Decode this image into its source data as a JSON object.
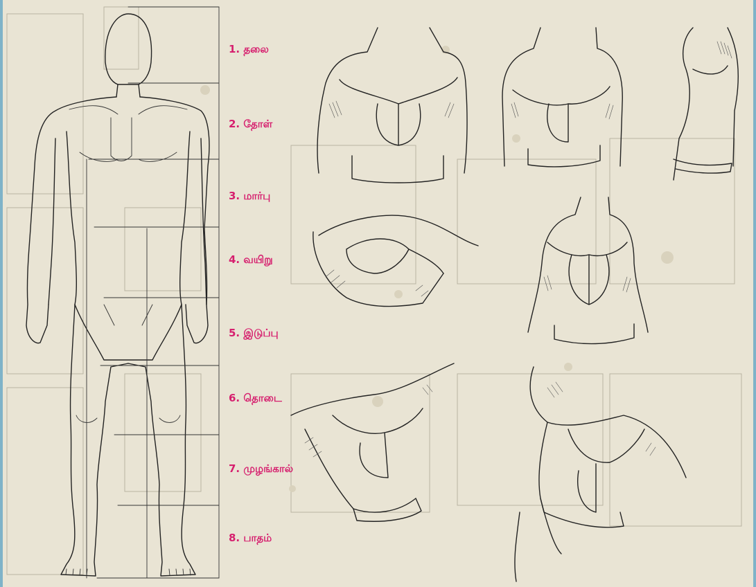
{
  "colors": {
    "paper": "#e9e4d4",
    "ink": "#222222",
    "label": "#d61f6e",
    "border": "#7fb3c8"
  },
  "proportion_labels": [
    "1. தலை",
    "2. தோள்",
    "3. மார்பு",
    "4. வயிறு",
    "5. இடுப்பு",
    "6. தொடை",
    "7. முழங்கால்",
    "8. பாதம்"
  ]
}
